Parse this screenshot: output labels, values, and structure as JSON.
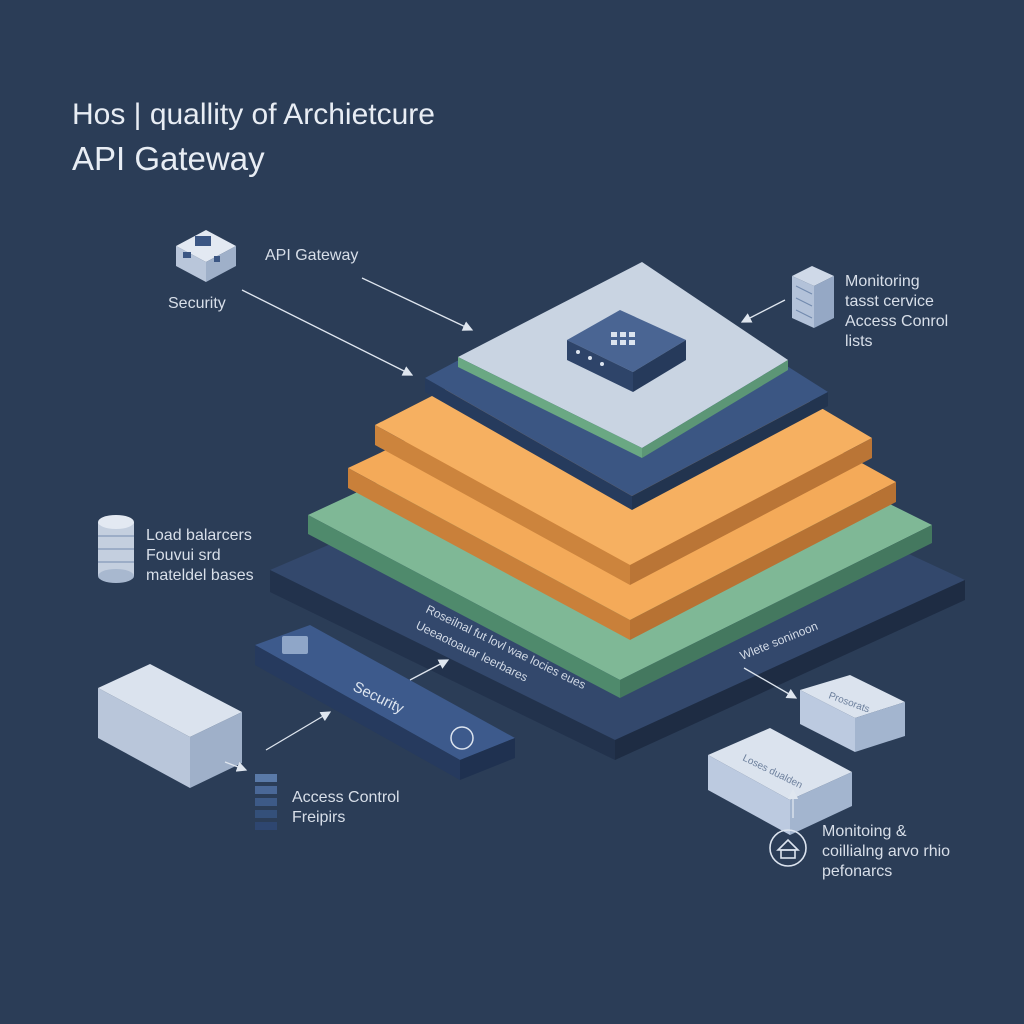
{
  "header": {
    "title_line1": "Hos | quallity of Archietcure",
    "title_line2": "API Gateway"
  },
  "labels": {
    "api_gateway": "API Gateway",
    "security_left": "Security",
    "monitoring_right": [
      "Monitoring",
      "tasst cervice",
      "Access Conrol",
      "lists"
    ],
    "load_balancers": [
      "Load balarcers",
      "Fouvui srd",
      "mateldel bases"
    ],
    "access_control": [
      "Access Control",
      "Freipirs"
    ],
    "monitoring_bottom": [
      "Monitoing &",
      "coillialng arvo rhio",
      "pefonarcs"
    ],
    "security_bar": "Security",
    "layer_text_1": "Roseilnal fut lovl wae locies eues",
    "layer_text_2": "Ueeaotoauar leerbares",
    "layer_text_right": "Wlete soninoon",
    "box_small": "Loses dualden",
    "box_small_top": "Prosorats"
  },
  "colors": {
    "background": "#2b3d57",
    "top_layer": "#c9d4e2",
    "navy_layer": "#3b5683",
    "orange_layer": "#f4aa59",
    "green_layer": "#7fb896",
    "base_layer": "#33486c"
  }
}
